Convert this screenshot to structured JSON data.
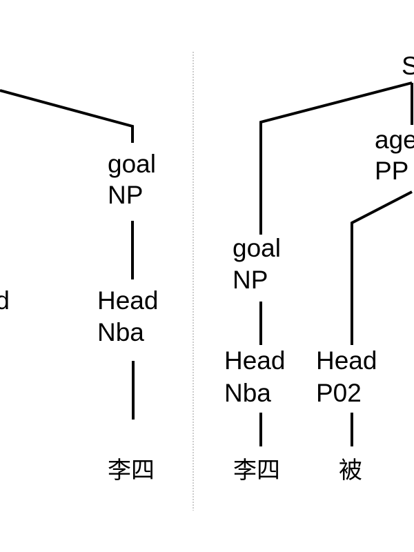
{
  "left_tree": {
    "partial_head_label": "Head",
    "goal_np": {
      "role": "goal",
      "category": "NP"
    },
    "head_nba": {
      "role": "Head",
      "category": "Nba"
    },
    "word": "李四"
  },
  "right_tree": {
    "root": "S",
    "agent_pp": {
      "role": "agent",
      "category": "PP"
    },
    "goal_np": {
      "role": "goal",
      "category": "NP"
    },
    "head_nba": {
      "role": "Head",
      "category": "Nba"
    },
    "head_p02": {
      "role": "Head",
      "category": "P02"
    },
    "word_lisi": "李四",
    "word_bei": "被"
  }
}
